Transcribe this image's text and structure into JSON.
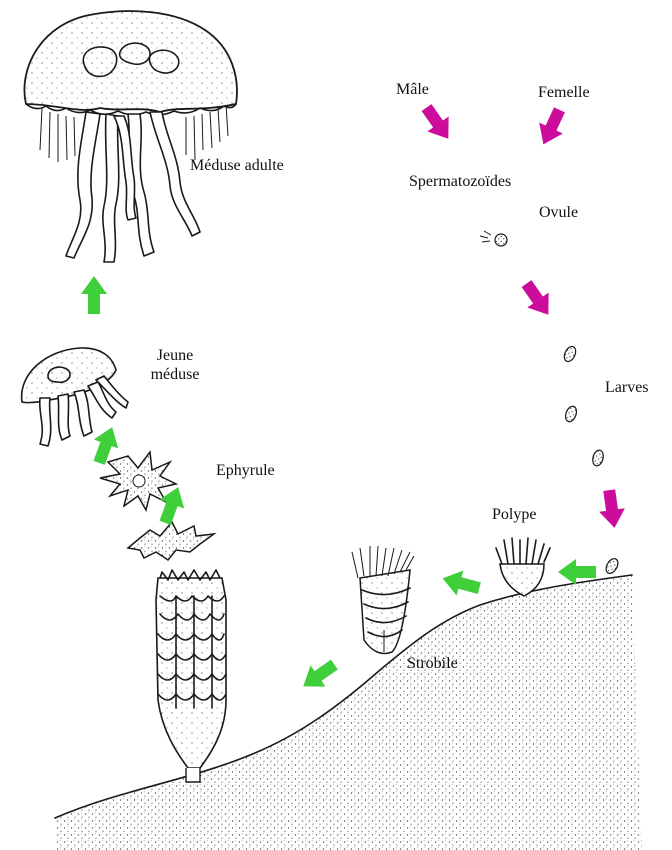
{
  "labels": {
    "meduse_adulte": "Méduse adulte",
    "male": "Mâle",
    "femelle": "Femelle",
    "spermatozoides": "Spermatozoïdes",
    "ovule": "Ovule",
    "jeune_meduse_1": "Jeune",
    "jeune_meduse_2": "méduse",
    "larves": "Larves",
    "ephyrule": "Ephyrule",
    "polype": "Polype",
    "strobile": "Strobile"
  },
  "colors": {
    "sexual_arrow": "#cc0d9c",
    "asexual_arrow": "#3fcf3a",
    "ink": "#1a1a1a"
  }
}
